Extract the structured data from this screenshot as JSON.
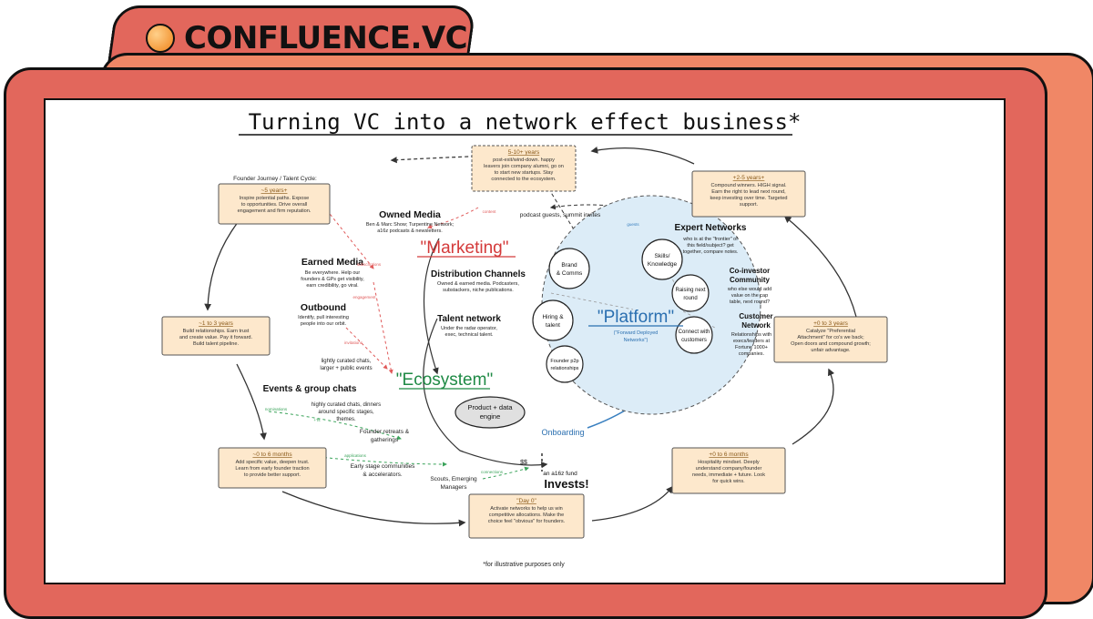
{
  "brand": {
    "name": "CONFLUENCE.VC",
    "logo_icon": "gradient-circle-icon",
    "colors": {
      "primary": "#e2675c",
      "secondary": "#f08766",
      "box_fill": "#fde8cc",
      "platform": "#d9ecf7"
    }
  },
  "diagram": {
    "title": "Turning VC into a network effect business*",
    "footnote": "*for illustrative purposes only",
    "cycle_label": "Founder Journey / Talent Cycle:",
    "stages": {
      "s1": {
        "title": "5-10+ years",
        "body": [
          "post-exit/wind-down. happy",
          "leavers join company alumni, go on",
          "to start new startups. Stay",
          "connected to the ecosystem."
        ]
      },
      "s2": {
        "title": "~5 years+",
        "body": [
          "Inspire potential paths. Expose",
          "to opportunities. Drive overall",
          "engagement and firm reputation."
        ]
      },
      "s3": {
        "title": "~1 to 3 years",
        "body": [
          "Build relationships. Earn trust",
          "and create value. Pay it forward.",
          "Build talent pipeline."
        ]
      },
      "s4": {
        "title": "~0 to 6 months",
        "body": [
          "Add specific value, deepen trust.",
          "Learn from early founder traction",
          "to provide better support."
        ]
      },
      "s5": {
        "title": "\"Day 0\"",
        "body": [
          "Activate networks to help us win",
          "competitive allocations. Make the",
          "choice feel \"obvious\" for founders."
        ]
      },
      "s6": {
        "title": "+0 to 6 months",
        "body": [
          "Hospitality mindset. Deeply",
          "understand company/founder",
          "needs, immediate + future. Look",
          "for quick wins."
        ]
      },
      "s7": {
        "title": "+0 to 3 years",
        "body": [
          "Catalyze \"Preferential",
          "Attachment\" for co's we back;",
          "Open doors and compound growth;",
          "unfair advantage."
        ]
      },
      "s8": {
        "title": "+2-5 years+",
        "body": [
          "Compound winners. HIGH signal.",
          "Earn the right to lead next round,",
          "keep investing over time. Targeted",
          "support."
        ]
      }
    },
    "marketing": {
      "heading": "\"Marketing\"",
      "owned_media": {
        "title": "Owned Media",
        "body": [
          "Ben & Marc Show; Turpentine Network;",
          "a16z podcasts & newsletters."
        ]
      },
      "earned_media": {
        "title": "Earned Media",
        "body": [
          "Be everywhere. Help our",
          "founders & GPs get visibility,",
          "earn credibility, go viral."
        ]
      },
      "outbound": {
        "title": "Outbound",
        "body": [
          "Identify, pull interesting",
          "people into our orbit."
        ]
      },
      "distribution": {
        "title": "Distribution Channels",
        "body": [
          "Owned & earned media. Podcasters,",
          "substackers, niche publications."
        ]
      },
      "talent": {
        "title": "Talent network",
        "body": [
          "Under the radar operator,",
          "exec, technical talent."
        ]
      }
    },
    "ecosystem": {
      "heading": "\"Ecosystem\"",
      "events_title": "Events & group chats",
      "lightly_curated": [
        "lightly curated chats,",
        "larger + public events"
      ],
      "highly_curated": [
        "highly curated chats, dinners",
        "around specific stages,",
        "themes."
      ],
      "retreats": [
        "Founder retreats &",
        "gatherings"
      ],
      "communities": [
        "Early stage communities",
        "& accelerators."
      ],
      "scouts": [
        "Scouts, Emerging",
        "Managers"
      ],
      "engine": [
        "Product + data",
        "engine"
      ]
    },
    "platform": {
      "heading": "\"Platform\"",
      "sub": [
        "(\"Forward Deployed",
        "Networks\")"
      ],
      "nodes": {
        "brand": [
          "Brand",
          "& Comms"
        ],
        "hiring": [
          "Hiring &",
          "talent"
        ],
        "founder": [
          "Founder p2p",
          "relationships"
        ],
        "skills": [
          "Skills/",
          "Knowledge"
        ],
        "raising": [
          "Raising next",
          "round"
        ],
        "connect": [
          "Connect with",
          "customers"
        ]
      },
      "expert": {
        "title": "Expert Networks",
        "body": [
          "who is at the \"frontier\" of",
          "this field/subject? get",
          "together, compare notes."
        ]
      },
      "coinvestor": {
        "title": [
          "Co-investor",
          "Community"
        ],
        "body": [
          "who else would add",
          "value on the cap",
          "table, next round?"
        ]
      },
      "customer": {
        "title": [
          "Customer",
          "Network"
        ],
        "body": [
          "Relationships with",
          "execs/leaders at",
          "Fortune 1000+",
          "companies."
        ]
      }
    },
    "annotations": {
      "podcast": "podcast guests, summit invites",
      "onboarding": "Onboarding",
      "invest_line": "an a16z fund",
      "invests": "Invests!",
      "dollars": "$$",
      "content": "content",
      "guests": "guests",
      "subscriptions": "subscriptions",
      "engagement": "engagement",
      "invitations": "invitations",
      "nominations": "nominations",
      "rts": "+Ts",
      "applications": "applications",
      "connections": "connections"
    }
  }
}
